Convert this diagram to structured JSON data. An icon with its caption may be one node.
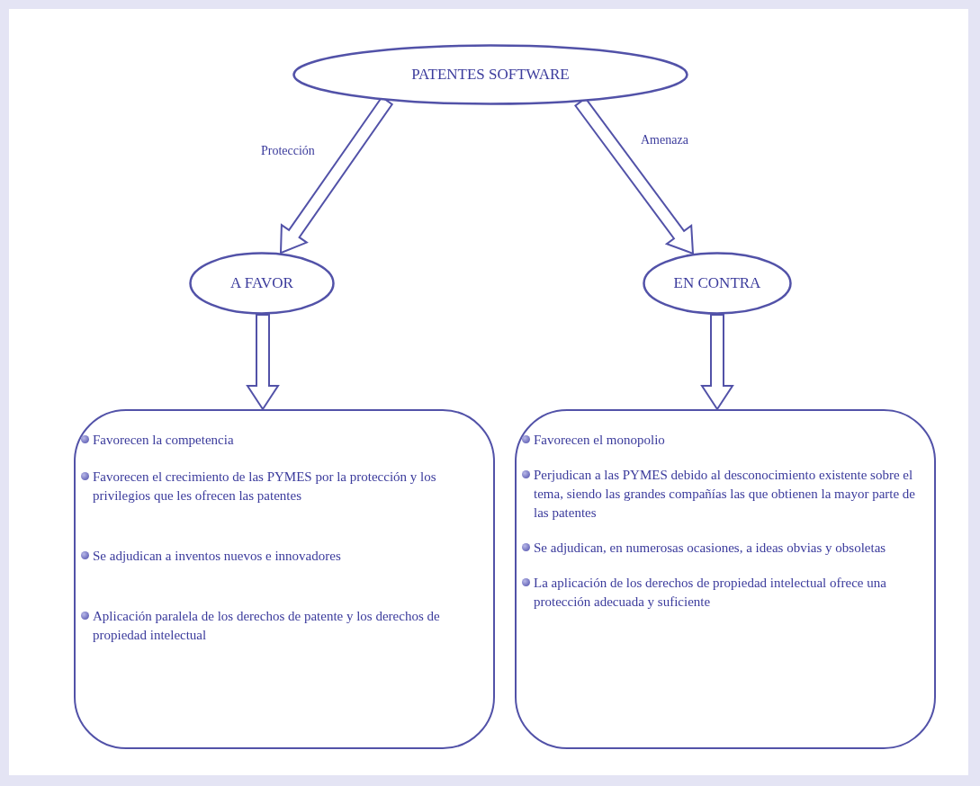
{
  "diagram": {
    "nodes": [
      {
        "text": [
          "PATENTES SOFTWARE"
        ]
      },
      {
        "text": [
          "A FAVOR"
        ]
      },
      {
        "text": [
          "EN CONTRA"
        ]
      },
      {
        "text": [
          "Favorecen la competencia",
          "Favorecen el crecimiento de las PYMES por la protección y los privilegios que les ofrecen las patentes",
          "Se adjudican a inventos nuevos e innovadores",
          "Aplicación paralela de los derechos de patente y los derechos de propiedad intelectual"
        ]
      },
      {
        "text": [
          "Favorecen el monopolio",
          "Perjudican a las PYMES debido al desconocimiento existente sobre el tema, siendo las grandes compañías las que obtienen la mayor parte de las patentes",
          "Se adjudican, en numerosas ocasiones, a ideas obvias y obsoletas",
          "La aplicación de los derechos de propiedad intelectual ofrece una protección adecuada y suficiente"
        ]
      }
    ],
    "edges": [
      {
        "from": 0,
        "to": 1,
        "arrow": "to",
        "label": "Protección"
      },
      {
        "from": 0,
        "to": 2,
        "arrow": "to",
        "label": "Amenaza"
      },
      {
        "from": 1,
        "to": 3,
        "arrow": "to"
      },
      {
        "from": 2,
        "to": 4,
        "arrow": "to"
      }
    ]
  }
}
